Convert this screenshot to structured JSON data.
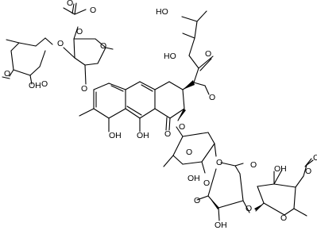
{
  "figure": {
    "type": "chemical-structure",
    "atom_labels": {
      "ho_a": "HO",
      "o_b": "O",
      "ho_c": "HO",
      "o_d": "O",
      "o_e": "O",
      "o_f": "O",
      "o_g": "O",
      "o_h": "O",
      "o_i": "O",
      "oh_j": "OH",
      "o_k": "O",
      "o_l": "O",
      "o_m": "O",
      "oh_n": "OH",
      "oh_o": "OH",
      "o_p": "O",
      "o_q": "O",
      "o_r": "O",
      "o_s": "O",
      "oh_t": "OH",
      "o_u": "O",
      "oh_v": "OH",
      "o_w": "O",
      "o_x": "O",
      "o_y": "O",
      "oh_z": "OH",
      "o_aa": "O",
      "o_ab": "O",
      "o_ac": "O"
    }
  }
}
